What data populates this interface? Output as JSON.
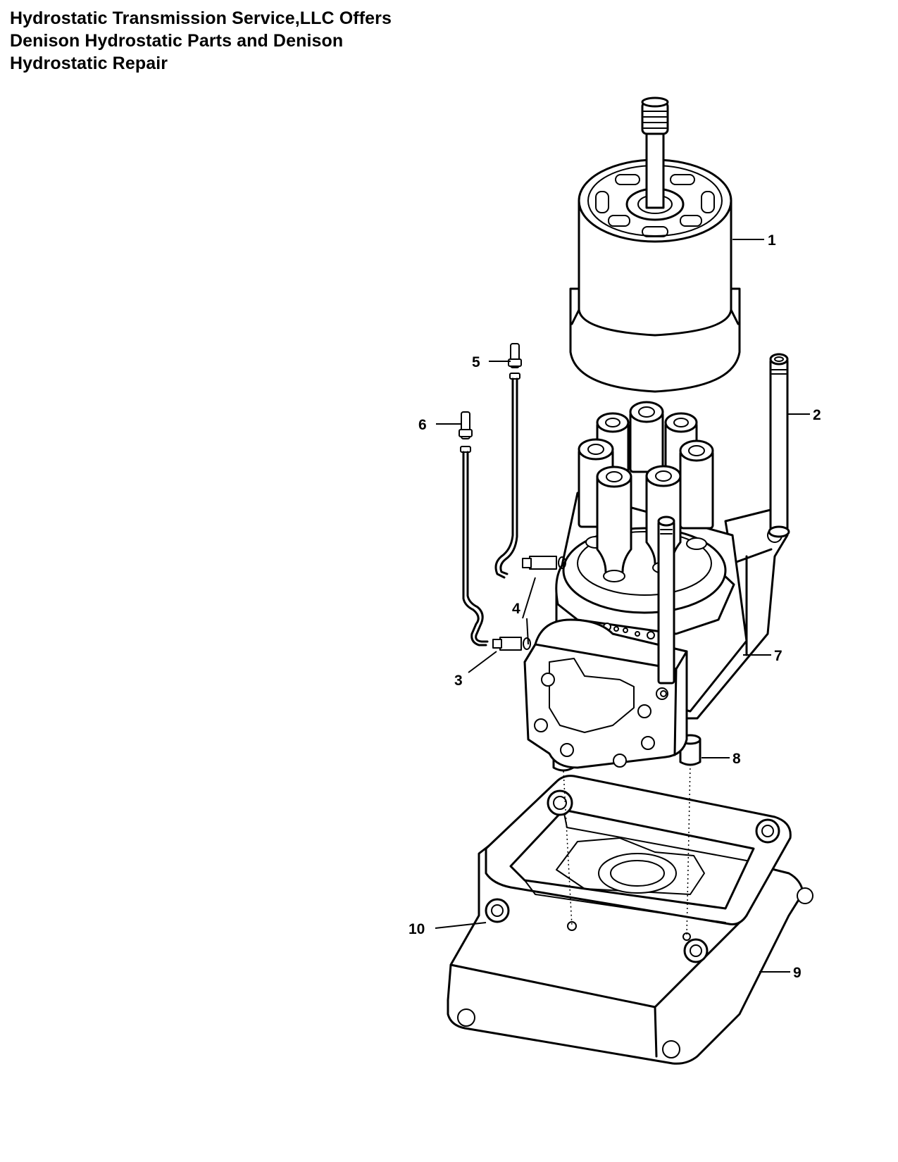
{
  "header": {
    "title_lines": [
      "Hydrostatic Transmission Service,LLC Offers",
      "Denison Hydrostatic Parts and Denison",
      "Hydrostatic Repair"
    ]
  },
  "diagram": {
    "callouts": [
      "1",
      "2",
      "3",
      "4",
      "5",
      "6",
      "7",
      "8",
      "9",
      "10"
    ]
  },
  "colors": {
    "ink": "#000000",
    "paper": "#ffffff"
  }
}
